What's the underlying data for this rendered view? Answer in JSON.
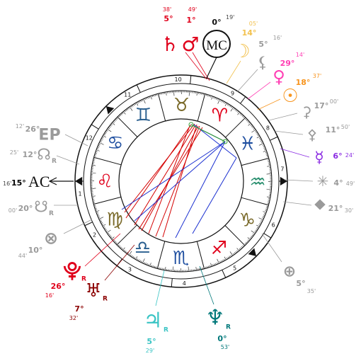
{
  "chart": {
    "ascendant": {
      "label": "AC",
      "deg": "15°",
      "min": "16'",
      "color": "#111111"
    },
    "midheaven": {
      "label": "MC",
      "deg": "0°",
      "min": "19'",
      "color": "#111111"
    },
    "signs": [
      {
        "name": "Aries",
        "glyph": "♈",
        "color": "#e0001b"
      },
      {
        "name": "Taurus",
        "glyph": "♉",
        "color": "#7a6a2a"
      },
      {
        "name": "Gemini",
        "glyph": "♊",
        "color": "#2a5f8f"
      },
      {
        "name": "Cancer",
        "glyph": "♋",
        "color": "#1f4fa0"
      },
      {
        "name": "Leo",
        "glyph": "♌",
        "color": "#e0001b"
      },
      {
        "name": "Virgo",
        "glyph": "♍",
        "color": "#7a6a2a"
      },
      {
        "name": "Libra",
        "glyph": "♎",
        "color": "#2a5f8f"
      },
      {
        "name": "Scorpio",
        "glyph": "♏",
        "color": "#1f4fa0"
      },
      {
        "name": "Sagittarius",
        "glyph": "♐",
        "color": "#e0001b"
      },
      {
        "name": "Capricorn",
        "glyph": "♑",
        "color": "#7a6a2a"
      },
      {
        "name": "Aquarius",
        "glyph": "♒",
        "color": "#2a8f6f"
      },
      {
        "name": "Pisces",
        "glyph": "♓",
        "color": "#1f4fa0"
      }
    ],
    "house_numbers": [
      "1",
      "2",
      "3",
      "4",
      "5",
      "6",
      "7",
      "8",
      "9",
      "10",
      "11",
      "12"
    ],
    "bodies": [
      {
        "name": "saturn",
        "glyph": "♄",
        "color": "#e0001b",
        "deg": "5°",
        "min": "38'",
        "retro": ""
      },
      {
        "name": "mars",
        "glyph": "♂",
        "color": "#e0001b",
        "deg": "1°",
        "min": "49'",
        "retro": ""
      },
      {
        "name": "moon",
        "glyph": "☽",
        "color": "#f2c14e",
        "deg": "14°",
        "min": "05'",
        "retro": ""
      },
      {
        "name": "black-moon-lilith",
        "glyph": "⚸",
        "color": "#9a9a9a",
        "deg": "5°",
        "min": "16'",
        "retro": ""
      },
      {
        "name": "venus",
        "glyph": "♀",
        "color": "#ff3fb4",
        "deg": "29°",
        "min": "14'",
        "retro": ""
      },
      {
        "name": "sun",
        "glyph": "☉",
        "color": "#f7941d",
        "deg": "18°",
        "min": "37'",
        "retro": ""
      },
      {
        "name": "ceres",
        "glyph": "⚳",
        "color": "#9a9a9a",
        "deg": "17°",
        "min": "00'",
        "retro": ""
      },
      {
        "name": "pallas",
        "glyph": "⚴",
        "color": "#9a9a9a",
        "deg": "11°",
        "min": "50'",
        "retro": ""
      },
      {
        "name": "mercury",
        "glyph": "☿",
        "color": "#8a2be2",
        "deg": "6°",
        "min": "24'",
        "retro": ""
      },
      {
        "name": "juno",
        "glyph": "✳",
        "color": "#9a9a9a",
        "deg": "4°",
        "min": "49'",
        "retro": ""
      },
      {
        "name": "vesta",
        "glyph": "⯁",
        "color": "#9a9a9a",
        "deg": "21°",
        "min": "30'",
        "retro": ""
      },
      {
        "name": "part-of-fortune",
        "glyph": "⊕",
        "color": "#9a9a9a",
        "deg": "5°",
        "min": "35'",
        "retro": ""
      },
      {
        "name": "neptune",
        "glyph": "♆",
        "color": "#00787a",
        "deg": "0°",
        "min": "53'",
        "retro": "R"
      },
      {
        "name": "jupiter",
        "glyph": "♃",
        "color": "#3ac4c4",
        "deg": "5°",
        "min": "29'",
        "retro": "R"
      },
      {
        "name": "uranus",
        "glyph": "♅",
        "color": "#8b0000",
        "deg": "7°",
        "min": "32'",
        "retro": "R"
      },
      {
        "name": "pluto",
        "glyph": "⯓",
        "color": "#e0001b",
        "deg": "26°",
        "min": "16'",
        "retro": "R"
      },
      {
        "name": "part-of-fortune-2",
        "glyph": "⊗",
        "color": "#9a9a9a",
        "deg": "10°",
        "min": "44'",
        "retro": ""
      },
      {
        "name": "south-node",
        "glyph": "☋",
        "color": "#9a9a9a",
        "deg": "20°",
        "min": "00'",
        "retro": "R"
      },
      {
        "name": "north-node",
        "glyph": "☊",
        "color": "#9a9a9a",
        "deg": "12°",
        "min": "25'",
        "retro": "R"
      },
      {
        "name": "east-point",
        "glyph": "EP",
        "color": "#9a9a9a",
        "deg": "26°",
        "min": "12'",
        "retro": ""
      }
    ],
    "aspect_colors": {
      "hard": "#d40000",
      "soft": "#1a2fd0",
      "minor": "#3aa13a"
    }
  }
}
